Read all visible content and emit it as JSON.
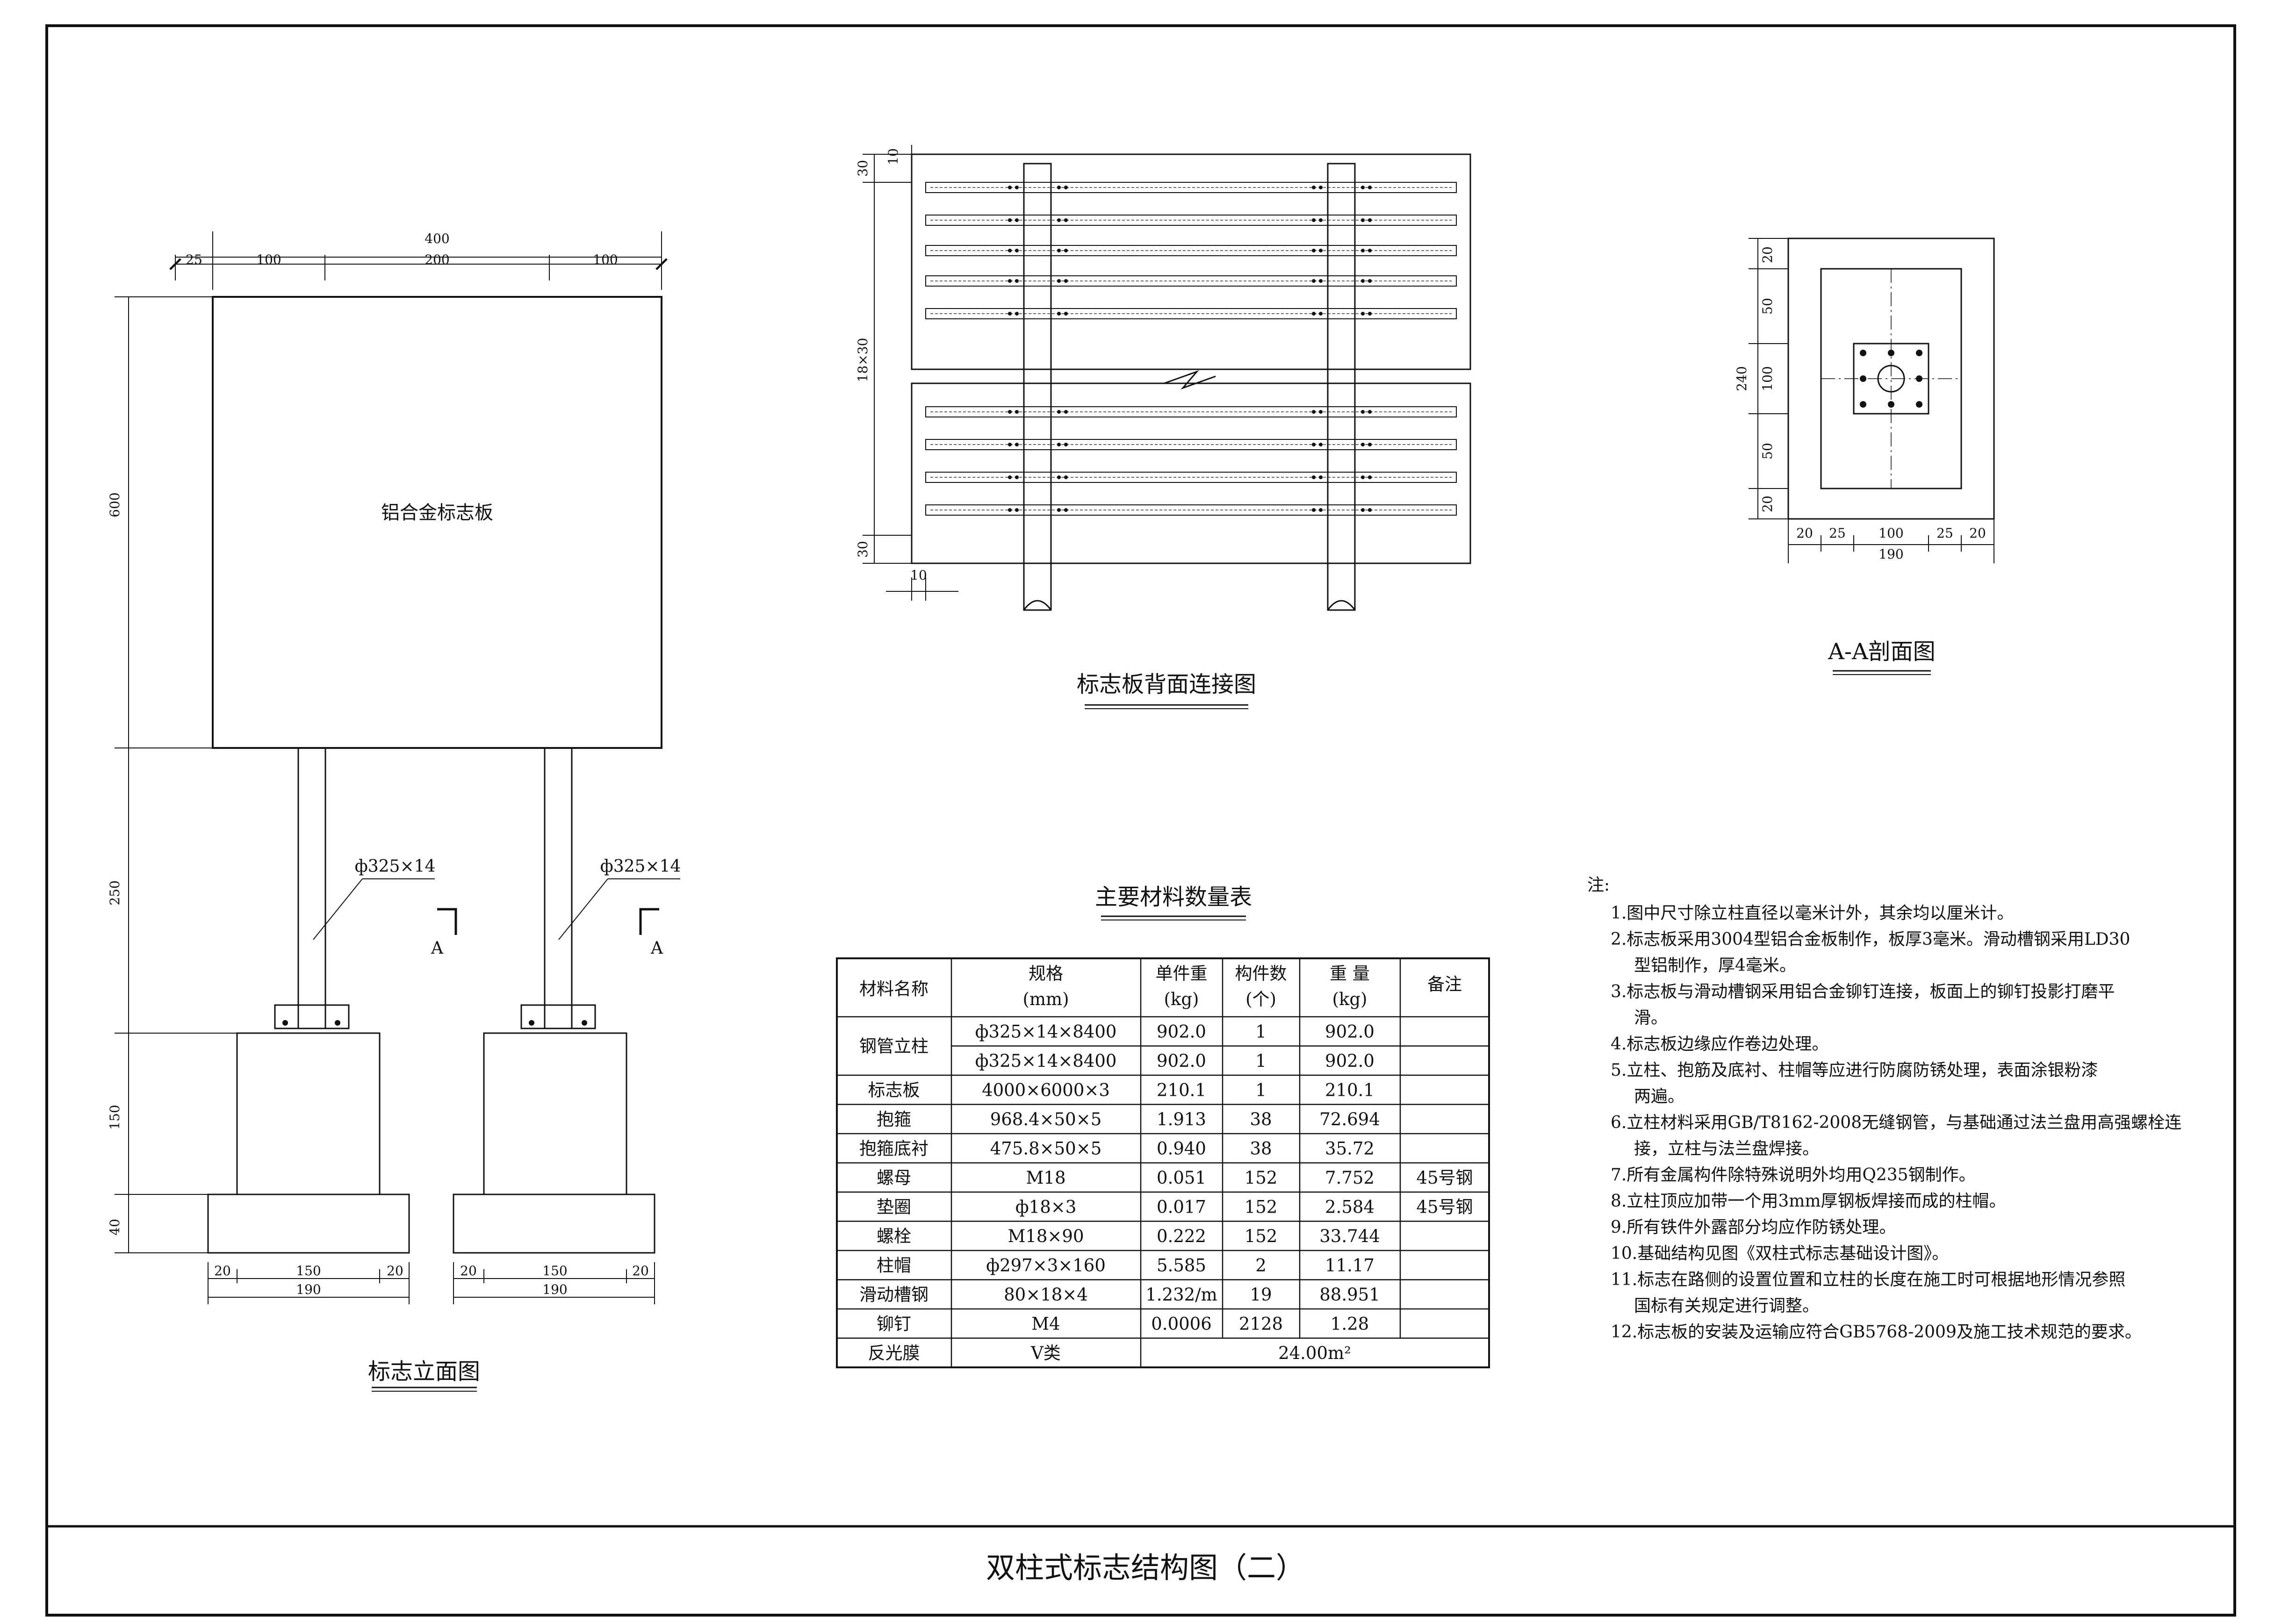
{
  "sheet": {
    "title": "双柱式标志结构图（二）"
  },
  "elevation": {
    "title": "标志立面图",
    "panel_label": "铝合金标志板",
    "post_label_left": "ф325×14",
    "post_label_right": "ф325×14",
    "section_mark": "A",
    "top_dims": {
      "d25": "25",
      "d100a": "100",
      "d200": "200",
      "d100b": "100",
      "total": "400"
    },
    "side_dims": {
      "d600": "600",
      "d250": "250",
      "d150": "150",
      "d40": "40"
    },
    "base_dims_left": {
      "a": "20",
      "b": "150",
      "c": "20",
      "total": "190"
    },
    "base_dims_right": {
      "a": "20",
      "b": "150",
      "c": "20",
      "total": "190"
    }
  },
  "back_view": {
    "title": "标志板背面连接图",
    "dims": {
      "d10_top": "10",
      "d30_top": "30",
      "d18x30": "18×30",
      "d30_bottom": "30",
      "d10_bottom": "10"
    }
  },
  "section_aa": {
    "title": "A-A剖面图",
    "side_dims": {
      "a": "20",
      "b": "50",
      "c": "100",
      "d": "50",
      "e": "20",
      "total": "240"
    },
    "bottom_dims": {
      "a": "20",
      "b": "25",
      "c": "100",
      "d": "25",
      "e": "20",
      "total": "190"
    }
  },
  "materials": {
    "title": "主要材料数量表",
    "headers": {
      "name": "材料名称",
      "spec": "规格",
      "spec_unit": "(mm)",
      "unit_weight": "单件重",
      "unit_weight_unit": "(kg)",
      "count": "构件数",
      "count_unit": "(个)",
      "weight": "重 量",
      "weight_unit": "(kg)",
      "remark": "备注"
    },
    "rows": [
      {
        "name": "钢管立柱",
        "spec": "ф325×14×8400",
        "unit_weight": "902.0",
        "count": "1",
        "weight": "902.0",
        "remark": ""
      },
      {
        "name": "",
        "spec": "ф325×14×8400",
        "unit_weight": "902.0",
        "count": "1",
        "weight": "902.0",
        "remark": ""
      },
      {
        "name": "标志板",
        "spec": "4000×6000×3",
        "unit_weight": "210.1",
        "count": "1",
        "weight": "210.1",
        "remark": ""
      },
      {
        "name": "抱箍",
        "spec": "968.4×50×5",
        "unit_weight": "1.913",
        "count": "38",
        "weight": "72.694",
        "remark": ""
      },
      {
        "name": "抱箍底衬",
        "spec": "475.8×50×5",
        "unit_weight": "0.940",
        "count": "38",
        "weight": "35.72",
        "remark": ""
      },
      {
        "name": "螺母",
        "spec": "M18",
        "unit_weight": "0.051",
        "count": "152",
        "weight": "7.752",
        "remark": "45号钢"
      },
      {
        "name": "垫圈",
        "spec": "ф18×3",
        "unit_weight": "0.017",
        "count": "152",
        "weight": "2.584",
        "remark": "45号钢"
      },
      {
        "name": "螺栓",
        "spec": "M18×90",
        "unit_weight": "0.222",
        "count": "152",
        "weight": "33.744",
        "remark": ""
      },
      {
        "name": "柱帽",
        "spec": "ф297×3×160",
        "unit_weight": "5.585",
        "count": "2",
        "weight": "11.17",
        "remark": ""
      },
      {
        "name": "滑动槽钢",
        "spec": "80×18×4",
        "unit_weight": "1.232/m",
        "count": "19",
        "weight": "88.951",
        "remark": ""
      },
      {
        "name": "铆钉",
        "spec": "M4",
        "unit_weight": "0.0006",
        "count": "2128",
        "weight": "1.28",
        "remark": ""
      },
      {
        "name": "反光膜",
        "spec": "V类",
        "merged": "24.00m²"
      }
    ]
  },
  "notes": {
    "heading": "注:",
    "lines": [
      "1.图中尺寸除立柱直径以毫米计外，其余均以厘米计。",
      "2.标志板采用3004型铝合金板制作，板厚3毫米。滑动槽钢采用LD30",
      "型铝制作，厚4毫米。",
      "3.标志板与滑动槽钢采用铝合金铆钉连接，板面上的铆钉投影打磨平",
      "滑。",
      "4.标志板边缘应作卷边处理。",
      "5.立柱、抱筋及底衬、柱帽等应进行防腐防锈处理，表面涂银粉漆",
      "两遍。",
      "6.立柱材料采用GB/T8162-2008无缝钢管，与基础通过法兰盘用高强螺栓连",
      "接，立柱与法兰盘焊接。",
      "7.所有金属构件除特殊说明外均用Q235钢制作。",
      "8.立柱顶应加带一个用3mm厚钢板焊接而成的柱帽。",
      "9.所有铁件外露部分均应作防锈处理。",
      "10.基础结构见图《双柱式标志基础设计图》。",
      "11.标志在路侧的设置位置和立柱的长度在施工时可根据地形情况参照",
      "国标有关规定进行调整。",
      "12.标志板的安装及运输应符合GB5768-2009及施工技术规范的要求。"
    ]
  }
}
